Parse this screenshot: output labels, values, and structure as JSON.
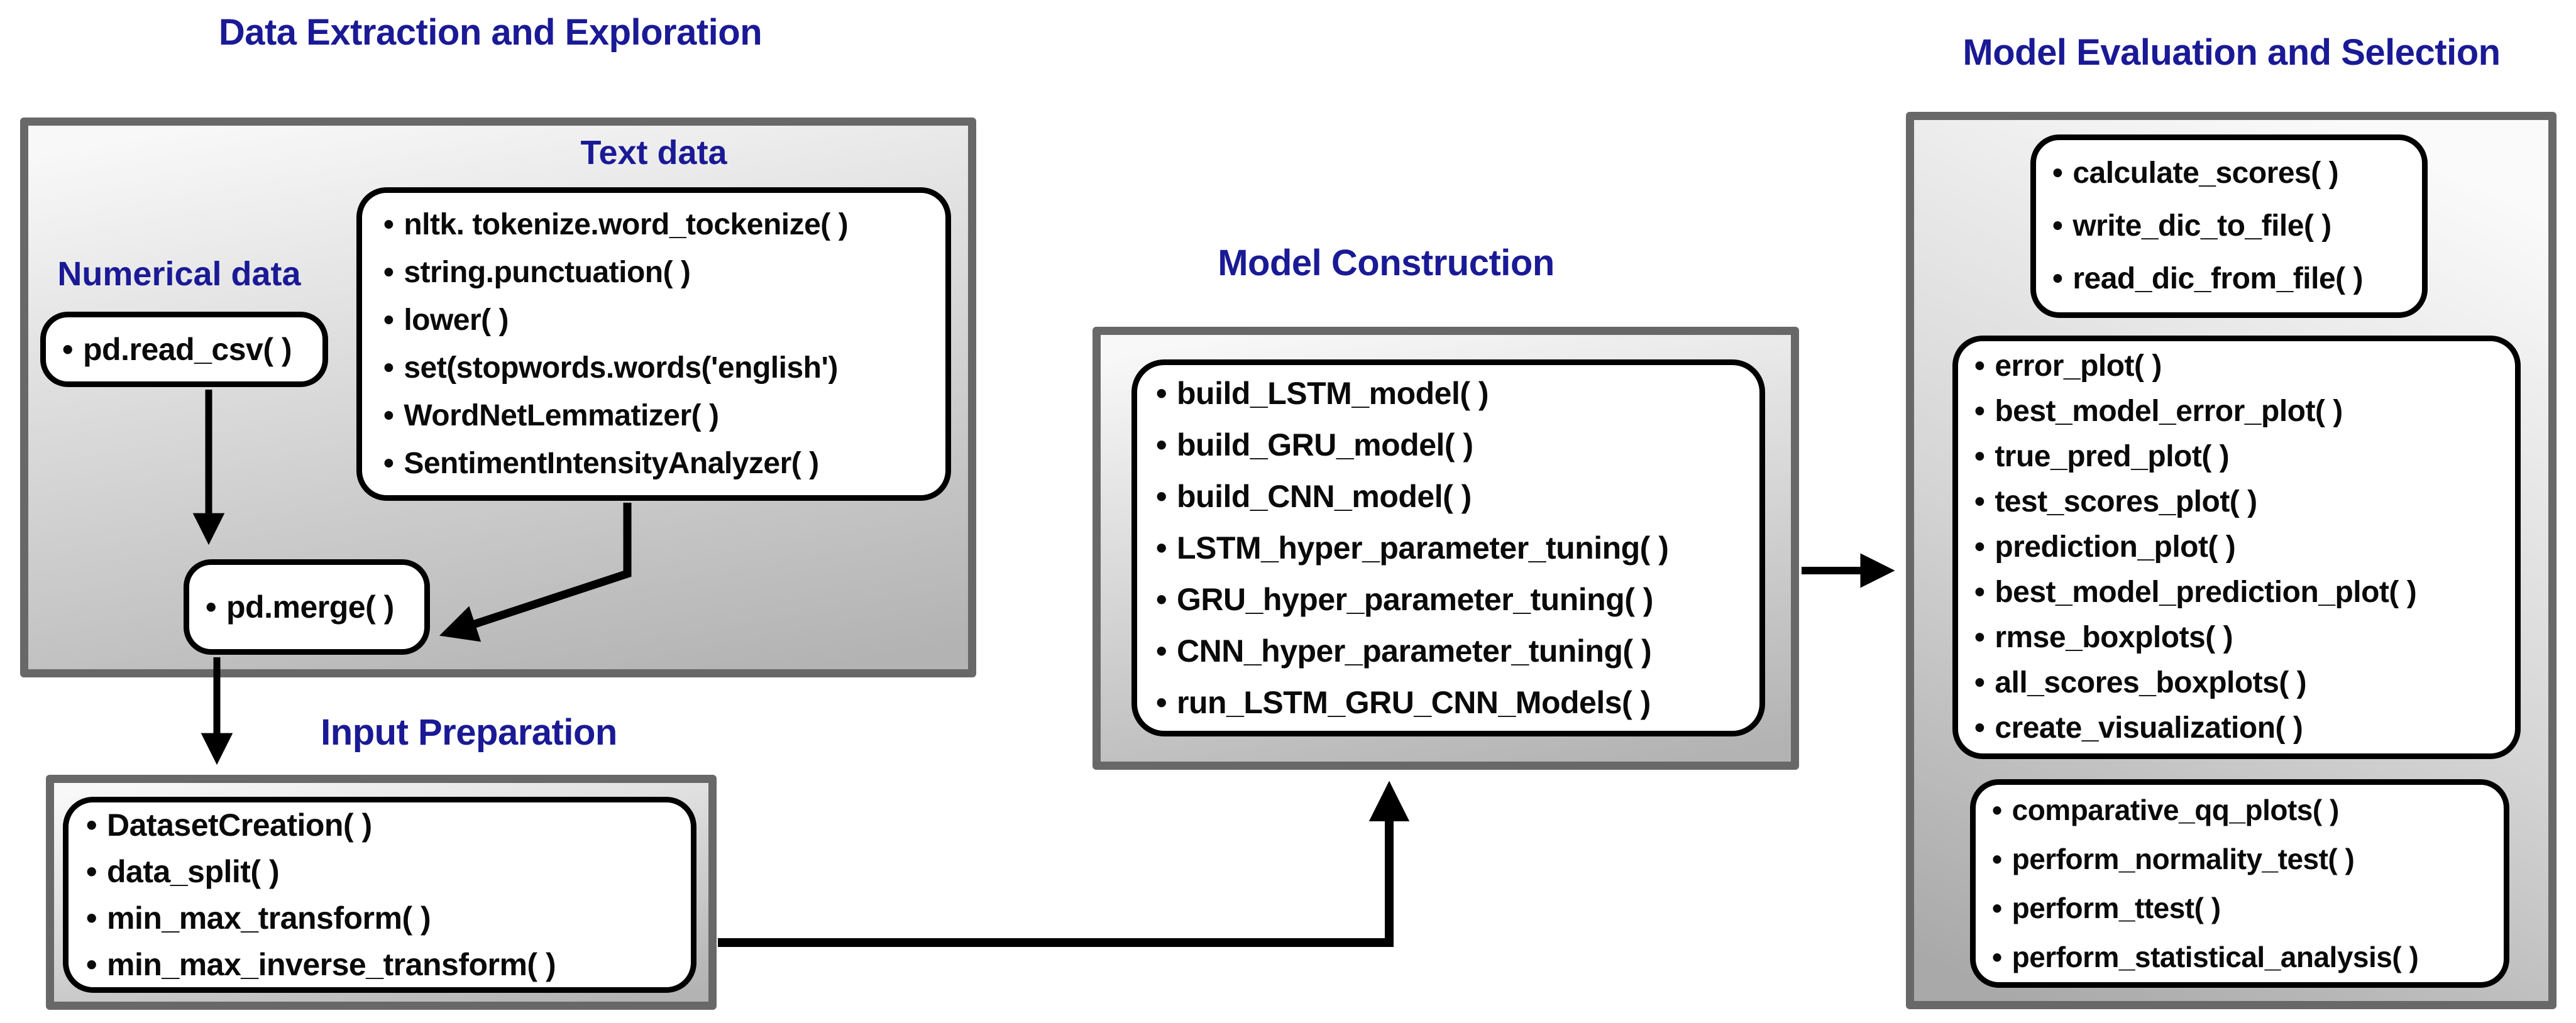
{
  "ui": {
    "bullet": "•",
    "accent_blue": "#1a1a96",
    "box_border_gray": "#686868",
    "inner_border_black": "#000000"
  },
  "sections": {
    "data_extraction": {
      "title": "Data Extraction and Exploration",
      "numerical_label": "Numerical data",
      "text_label": "Text data",
      "numerical_items": [
        "pd.read_csv( )"
      ],
      "text_items": [
        "nltk. tokenize.word_tockenize( )",
        "string.punctuation( )",
        "lower( )",
        "set(stopwords.words('english')",
        "WordNetLemmatizer( )",
        "SentimentIntensityAnalyzer( )"
      ],
      "merge_items": [
        "pd.merge( )"
      ]
    },
    "input_preparation": {
      "title": "Input Preparation",
      "items": [
        "DatasetCreation( )",
        "data_split( )",
        "min_max_transform( )",
        "min_max_inverse_transform( )"
      ]
    },
    "model_construction": {
      "title": "Model Construction",
      "items": [
        "build_LSTM_model( )",
        "build_GRU_model( )",
        "build_CNN_model( )",
        "LSTM_hyper_parameter_tuning( )",
        "GRU_hyper_parameter_tuning( )",
        "CNN_hyper_parameter_tuning( )",
        "run_LSTM_GRU_CNN_Models( )"
      ]
    },
    "model_evaluation": {
      "title": "Model Evaluation and Selection",
      "score_items": [
        "calculate_scores( )",
        "write_dic_to_file( )",
        "read_dic_from_file( )"
      ],
      "plot_items": [
        "error_plot( )",
        "best_model_error_plot( )",
        "true_pred_plot( )",
        "test_scores_plot( )",
        "prediction_plot( )",
        "best_model_prediction_plot( )",
        "rmse_boxplots( )",
        "all_scores_boxplots( )",
        "create_visualization( )"
      ],
      "stats_items": [
        "comparative_qq_plots( )",
        "perform_normality_test( )",
        "perform_ttest( )",
        "perform_statistical_analysis( )"
      ]
    }
  }
}
